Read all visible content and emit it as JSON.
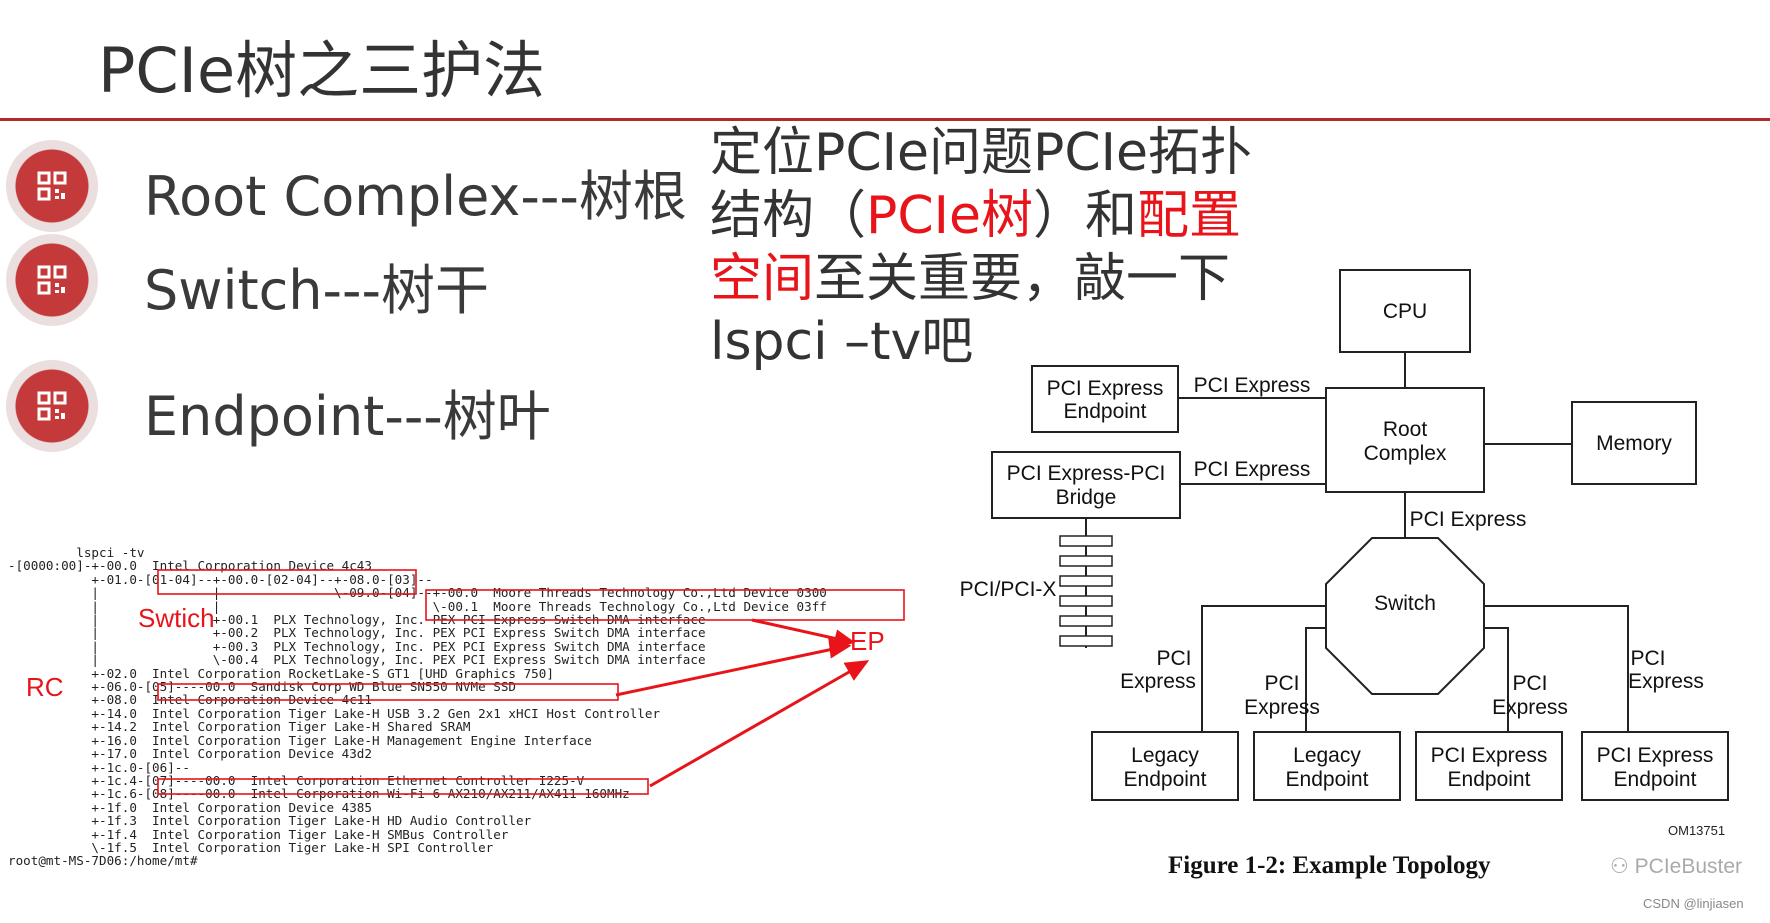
{
  "slide": {
    "title": "PCIe树之三护法",
    "bullets": [
      {
        "label": "Root Complex---树根",
        "icon": "qr-icon"
      },
      {
        "label": "Switch---树干",
        "icon": "qr-icon"
      },
      {
        "label": "Endpoint---树叶",
        "icon": "qr-icon"
      }
    ],
    "callout": {
      "part1": "定位PCIe问题PCIe拓扑结构（",
      "red1": "PCIe树",
      "part2": "）和",
      "red2": "配置空间",
      "part3": "至关重要，敲一下lspci –tv吧"
    },
    "accent_color": "#c43a3a",
    "highlight_color": "#e8141a"
  },
  "terminal": {
    "lines": [
      "         lspci -tv",
      "-[0000:00]-+-00.0  Intel Corporation Device 4c43",
      "           +-01.0-[01-04]--+-00.0-[02-04]--+-08.0-[03]--",
      "           |               |               \\-09.0-[04]--+-00.0  Moore Threads Technology Co.,Ltd Device 0300",
      "           |               |                            \\-00.1  Moore Threads Technology Co.,Ltd Device 03ff",
      "           |               +-00.1  PLX Technology, Inc. PEX PCI Express Switch DMA interface",
      "           |               +-00.2  PLX Technology, Inc. PEX PCI Express Switch DMA interface",
      "           |               +-00.3  PLX Technology, Inc. PEX PCI Express Switch DMA interface",
      "           |               \\-00.4  PLX Technology, Inc. PEX PCI Express Switch DMA interface",
      "           +-02.0  Intel Corporation RocketLake-S GT1 [UHD Graphics 750]",
      "           +-06.0-[05]----00.0  Sandisk Corp WD Blue SN550 NVMe SSD",
      "           +-08.0  Intel Corporation Device 4c11",
      "           +-14.0  Intel Corporation Tiger Lake-H USB 3.2 Gen 2x1 xHCI Host Controller",
      "           +-14.2  Intel Corporation Tiger Lake-H Shared SRAM",
      "           +-16.0  Intel Corporation Tiger Lake-H Management Engine Interface",
      "           +-17.0  Intel Corporation Device 43d2",
      "           +-1c.0-[06]--",
      "           +-1c.4-[07]----00.0  Intel Corporation Ethernet Controller I225-V",
      "           +-1c.6-[08]----00.0  Intel Corporation Wi-Fi 6 AX210/AX211/AX411 160MHz",
      "           +-1f.0  Intel Corporation Device 4385",
      "           +-1f.3  Intel Corporation Tiger Lake-H HD Audio Controller",
      "           +-1f.4  Intel Corporation Tiger Lake-H SMBus Controller",
      "           \\-1f.5  Intel Corporation Tiger Lake-H SPI Controller",
      "root@mt-MS-7D06:/home/mt#"
    ],
    "annotations": {
      "switch": "Swtich",
      "rc": "RC",
      "ep": "EP"
    }
  },
  "diagram": {
    "cpu": "CPU",
    "root_complex": [
      "Root",
      "Complex"
    ],
    "memory": "Memory",
    "pcie_endpoint": [
      "PCI Express",
      "Endpoint"
    ],
    "pcie_pci_bridge": [
      "PCI Express-PCI",
      "Bridge"
    ],
    "switch": "Switch",
    "link_pcie": "PCI Express",
    "link_pci": "PCI",
    "link_express": "Express",
    "pci_bus": "PCI/PCI-X",
    "leaves": [
      [
        "Legacy",
        "Endpoint"
      ],
      [
        "Legacy",
        "Endpoint"
      ],
      [
        "PCI Express",
        "Endpoint"
      ],
      [
        "PCI Express",
        "Endpoint"
      ]
    ],
    "figure_id": "OM13751",
    "caption": "Figure 1-2:  Example Topology"
  },
  "watermark": "PCIeBuster",
  "credit": "CSDN @linjiasen"
}
